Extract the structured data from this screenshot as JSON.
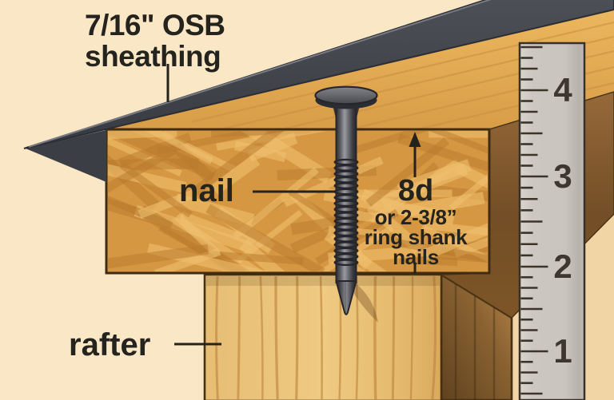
{
  "labels": {
    "sheathing_line1": "7/16\" OSB",
    "sheathing_line2": "sheathing",
    "nail": "nail",
    "rafter": "rafter"
  },
  "dimension": {
    "size": "8d",
    "alt_size": "or 2-3/8”",
    "line3": "ring shank",
    "line4": "nails"
  },
  "ruler": {
    "marks": [
      "4",
      "3",
      "2",
      "1"
    ]
  },
  "colors": {
    "background_cream": "#f9e7c5",
    "background_tan": "#f2d5a4",
    "roof_charcoal": "#42444c",
    "sheathing_wood": "#e0a94f",
    "osb_wood": "#d69743",
    "shadow_brown": "#80582b",
    "rafter_wood": "#ecc57f",
    "nail_steel": "#55565b",
    "ruler_gray": "#cbc7c0",
    "ink": "#25231d"
  }
}
